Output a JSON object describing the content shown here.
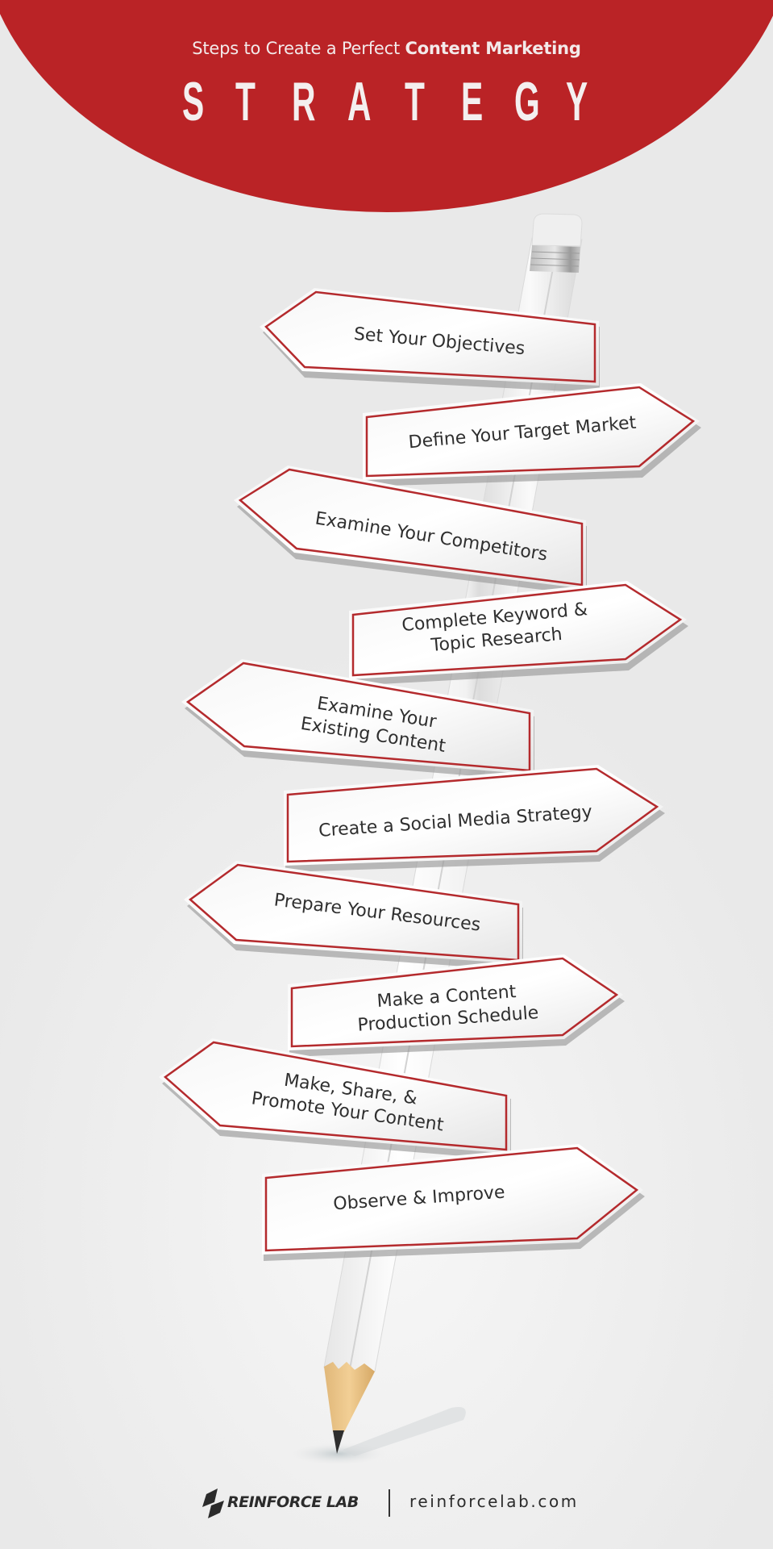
{
  "header": {
    "subtitle_regular": "Steps to Create a Perfect ",
    "subtitle_bold": "Content Marketing",
    "title": "STRATEGY",
    "title_letters": [
      "S",
      "T",
      "R",
      "A",
      "T",
      "E",
      "G",
      "Y"
    ],
    "accent_color": "#BA2326"
  },
  "steps": [
    {
      "label": "Set Your Objectives",
      "direction": "left"
    },
    {
      "label": "Define Your Target Market",
      "direction": "right"
    },
    {
      "label": "Examine Your Competitors",
      "direction": "left"
    },
    {
      "label_line1": "Complete Keyword &",
      "label_line2": "Topic Research",
      "direction": "right"
    },
    {
      "label_line1": "Examine Your",
      "label_line2": "Existing Content",
      "direction": "left"
    },
    {
      "label": "Create a Social Media Strategy",
      "direction": "right"
    },
    {
      "label": "Prepare Your Resources",
      "direction": "left"
    },
    {
      "label_line1": "Make a Content",
      "label_line2": "Production Schedule",
      "direction": "right"
    },
    {
      "label_line1": "Make, Share, &",
      "label_line2": "Promote Your Content",
      "direction": "left"
    },
    {
      "label": "Observe & Improve",
      "direction": "right"
    }
  ],
  "footer": {
    "brand": "REINFORCE LAB",
    "url": "reinforcelab.com",
    "logo_icon": "reinforce-lab-logo-icon"
  }
}
